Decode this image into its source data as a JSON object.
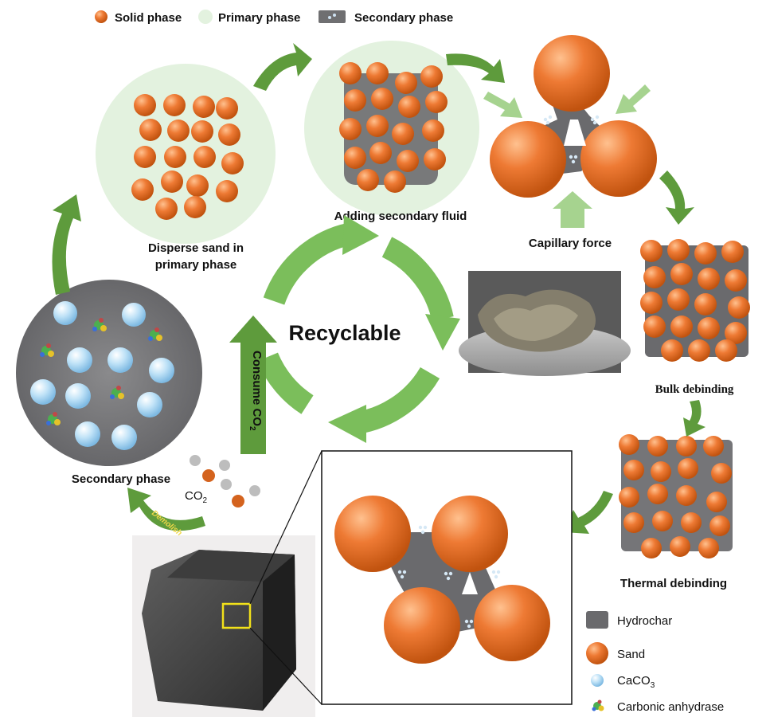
{
  "legend_top": {
    "solid": "Solid phase",
    "primary": "Primary phase",
    "secondary": "Secondary phase"
  },
  "steps": {
    "disperse_line1": "Disperse sand in",
    "disperse_line2": "primary phase",
    "adding": "Adding secondary fluid",
    "capillary": "Capillary force",
    "bulk": "Bulk debinding",
    "thermal": "Thermal debinding",
    "secondary_phase": "Secondary phase",
    "demolish": "Demolish"
  },
  "center": {
    "recyclable": "Recyclable",
    "consume": "Consume CO",
    "consume_sub": "2",
    "co2": "CO",
    "co2_sub": "2"
  },
  "legend_bottom": {
    "hydrochar": "Hydrochar",
    "sand": "Sand",
    "caco3": "CaCO",
    "caco3_sub": "3",
    "enzyme": "Carbonic anhydrase"
  },
  "colors": {
    "sand": "#E8722C",
    "primary_phase": "#E3F2DF",
    "hydrochar": "#7E7E80",
    "arrow_green": "#5E9B3C",
    "cycle_green": "#7BBE5B",
    "caco3": "#A8D3F0"
  }
}
